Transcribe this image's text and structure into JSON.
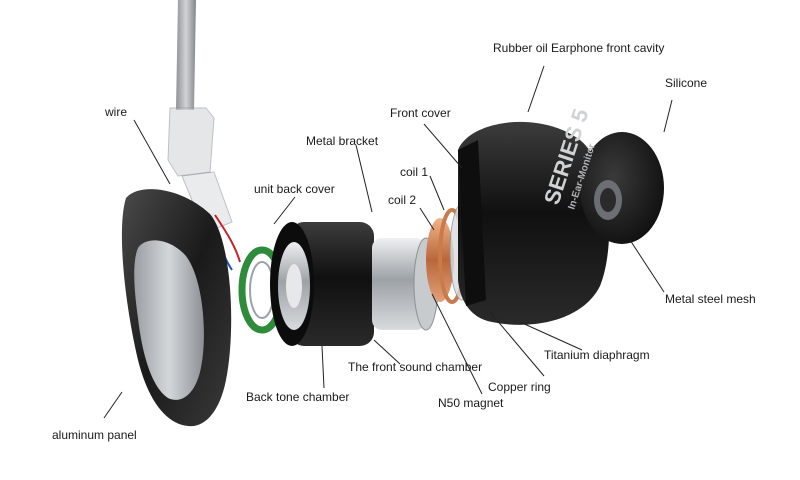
{
  "labels": {
    "wire": "wire",
    "unit_back_cover": "unit back cover",
    "metal_bracket": "Metal bracket",
    "front_cover": "Front cover",
    "rubber_oil_front_cavity": "Rubber oil  Earphone front cavity",
    "silicone": "Silicone",
    "coil_1": "coil 1",
    "coil_2": "coil 2",
    "metal_steel_mesh": "Metal steel mesh",
    "titanium_diaphragm": "Titanium diaphragm",
    "copper_ring": "Copper ring",
    "n50_magnet": "N50 magnet",
    "front_sound_chamber": "The front sound chamber",
    "back_tone_chamber": "Back tone chamber",
    "aluminum_panel": "aluminum  panel"
  },
  "brand": {
    "series": "SERIES 5",
    "subtitle": "In-Ear-Monitor"
  },
  "colors": {
    "housing": "#1c1c1c",
    "metal": "#b8bcc0",
    "copper": "#c97b4a",
    "pcb_green": "#2e8b3a",
    "wire_red": "#c0262b",
    "wire_blue": "#1f4fb0",
    "leader_line": "#222222"
  }
}
